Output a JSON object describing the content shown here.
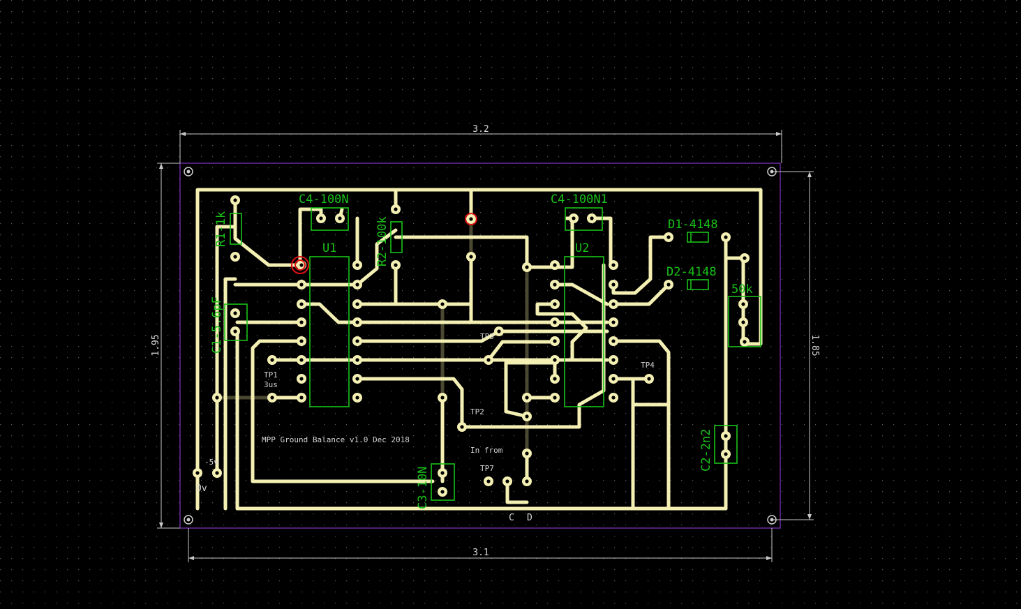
{
  "dimensions": {
    "top_width": "3.2",
    "bottom_width": "3.1",
    "left_height": "1.95",
    "right_height": "1.85"
  },
  "components": {
    "c4_top_left": "C4-100N",
    "c4_top_right": "C4-100N1",
    "r1": "R1-1k",
    "r2": "R2-100k",
    "u1": "U1",
    "u2": "U2",
    "d1": "D1-4148",
    "d2": "D2-4148",
    "pot": "50k",
    "c1": "C1-5.6pF",
    "c2": "C2-2n2",
    "c3": "C3-10N"
  },
  "silkscreen": {
    "tp1": "TP1",
    "tp1_sub": "3us",
    "tp2": "TP2",
    "tp3": "TP3",
    "tp4": "TP4",
    "tp7": "TP7",
    "in_from": "In from",
    "minus5v": "-5v",
    "zero_v": "0v",
    "c_label": "C",
    "d_label": "D",
    "title": "MPP Ground Balance v1.0 Dec 2018"
  },
  "colors": {
    "background": "#000000",
    "copper_top": "#f4f0b4",
    "copper_bottom": "#4a4830",
    "silkscreen": "#19c219",
    "board_outline": "#6a2aa0",
    "drc_marker": "#e01010"
  }
}
